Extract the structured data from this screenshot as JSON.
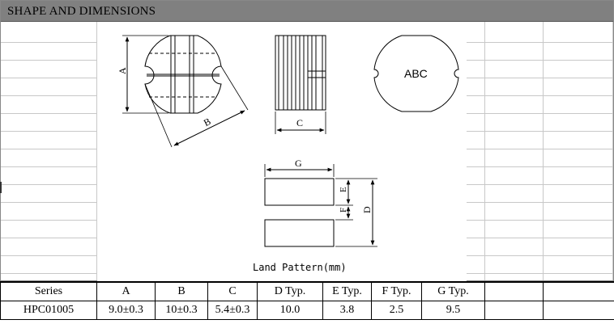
{
  "header": {
    "title": "SHAPE AND DIMENSIONS"
  },
  "drawing": {
    "top_view": {
      "dim_a": "A",
      "dim_b": "B"
    },
    "side_view": {
      "dim_c": "C"
    },
    "marked_view": {
      "marking": "ABC"
    },
    "land_pattern": {
      "dim_g": "G",
      "dim_e": "E",
      "dim_f": "F",
      "dim_d": "D",
      "caption": "Land Pattern(mm)"
    }
  },
  "table": {
    "headers": [
      "Series",
      "A",
      "B",
      "C",
      "D Typ.",
      "E Typ.",
      "F Typ.",
      "G Typ."
    ],
    "rows": [
      [
        "HPC01005",
        "9.0±0.3",
        "10±0.3",
        "5.4±0.3",
        "10.0",
        "3.8",
        "2.5",
        "9.5"
      ]
    ]
  }
}
